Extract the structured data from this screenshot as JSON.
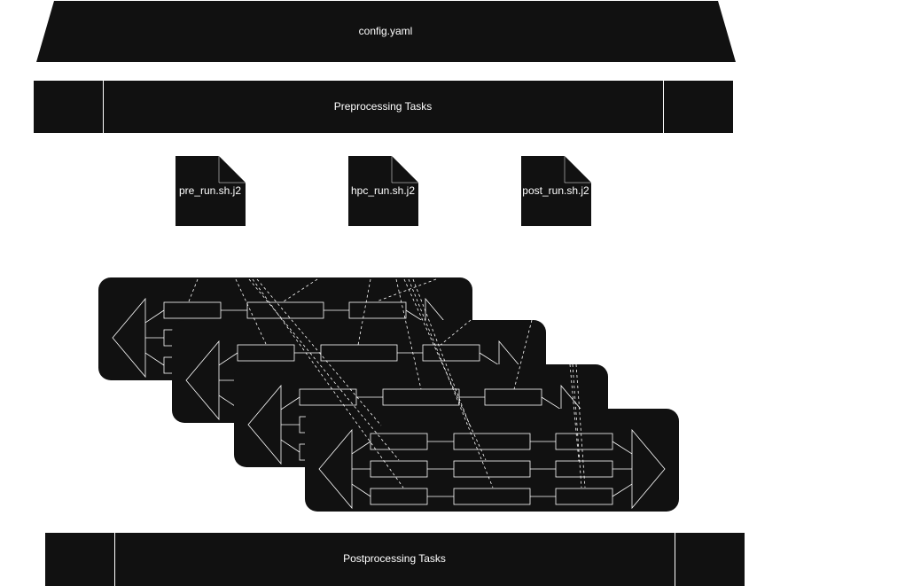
{
  "config": {
    "label": "config.yaml"
  },
  "preprocessing": {
    "label": "Preprocessing Tasks"
  },
  "templates": [
    {
      "label": "pre_run.sh.j2"
    },
    {
      "label": "hpc_run.sh.j2"
    },
    {
      "label": "post_run.sh.j2"
    }
  ],
  "postprocessing": {
    "label": "Postprocessing Tasks"
  },
  "colors": {
    "fill": "#111111",
    "stroke": "#ffffff",
    "background": "#ffffff"
  }
}
